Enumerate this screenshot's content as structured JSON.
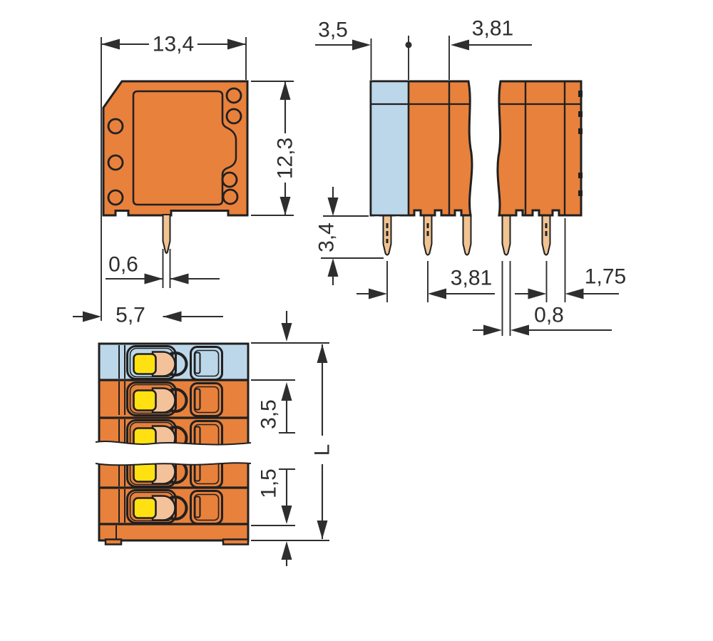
{
  "drawing": {
    "title": "terminal-block-dimension-drawing",
    "colors": {
      "background": "#ffffff",
      "housing": "#e8813c",
      "first_pole": "#bcd7e9",
      "button": "#ffe112",
      "lever": "#f4c29a",
      "pin": "#f1c391",
      "outline": "#202020",
      "dimension": "#2e2e2e"
    },
    "views": {
      "side": {
        "dims": {
          "width": "13,4",
          "height": "12,3",
          "pin_width": "0,6",
          "pin_offset": "5,7"
        }
      },
      "front": {
        "dims": {
          "first_pole": "3,5",
          "pitch_top": "3,81",
          "pin_length": "3,4",
          "pitch_bottom": "3,81",
          "last_pole_offset": "1,75",
          "pin_thickness": "0,8"
        }
      },
      "top": {
        "dims": {
          "pole_width": "3,5",
          "base_height": "1,5",
          "length": "L"
        }
      }
    }
  }
}
